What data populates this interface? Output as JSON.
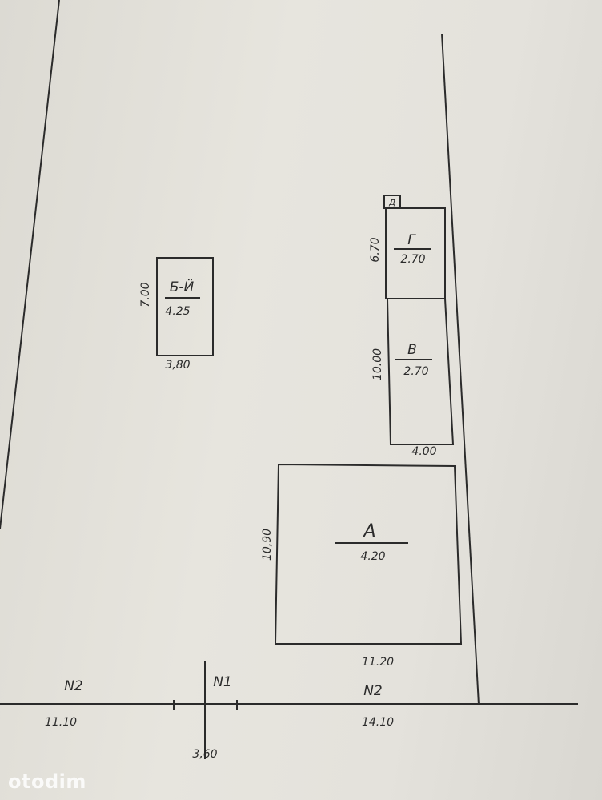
{
  "buildings": {
    "b": {
      "letter": "Б-Ӥ",
      "height": "4.25",
      "side": "7.00",
      "bottom": "3,80"
    },
    "g": {
      "letter": "Г",
      "height": "2.70",
      "side": "6.70",
      "small": "Д"
    },
    "v": {
      "letter": "В",
      "height": "2.70",
      "side": "10.00",
      "bottom": "4.00"
    },
    "a": {
      "letter": "А",
      "height": "4.20",
      "side": "10,90",
      "bottom": "11.20"
    }
  },
  "road": {
    "left_label": "N2",
    "left_length": "11.10",
    "gate_label": "N1",
    "gate_length": "3,60",
    "right_label": "N2",
    "right_length": "14.10"
  },
  "watermark": "otodim"
}
